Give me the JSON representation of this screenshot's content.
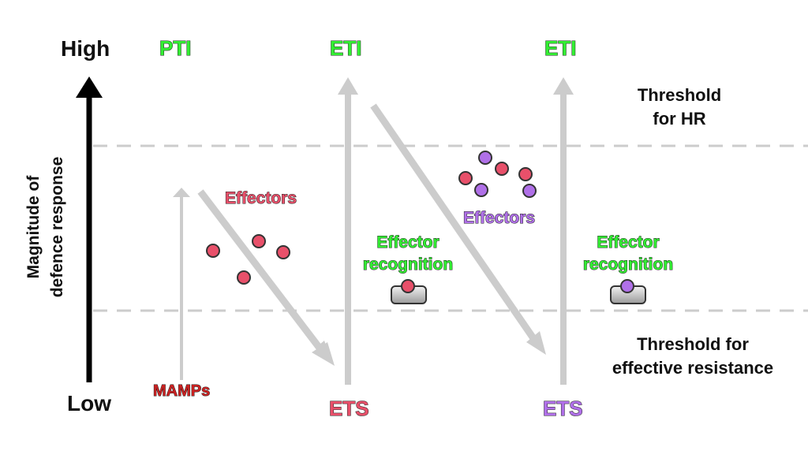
{
  "axis": {
    "high": "High",
    "low": "Low",
    "ylabel_line1": "Magnitude of",
    "ylabel_line2": "defence response"
  },
  "thresholds": {
    "hr_line1": "Threshold",
    "hr_line2": "for HR",
    "resistance_line1": "Threshold for",
    "resistance_line2": "effective resistance"
  },
  "stages": {
    "pti": "PTI",
    "eti_1": "ETI",
    "eti_2": "ETI",
    "ets_1": "ETS",
    "ets_2": "ETS",
    "mamps": "MAMPs"
  },
  "effectors": {
    "label_1": "Effectors",
    "label_2": "Effectors"
  },
  "recognition": {
    "line1": "Effector",
    "line2": "recognition"
  },
  "colors": {
    "green": "#33ee33",
    "pink": "#e8506a",
    "purple": "#b070e8",
    "red": "#cc2222",
    "arrow_grey": "#cccccc",
    "dash_grey": "#cccccc"
  }
}
